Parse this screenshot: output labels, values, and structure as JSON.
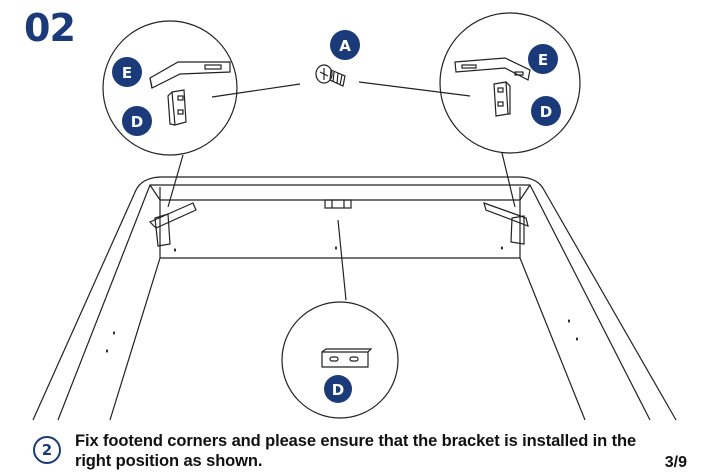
{
  "step": {
    "number": "02"
  },
  "parts": {
    "screw": {
      "label": "A",
      "icon": "screw-icon"
    },
    "left_callout": {
      "labels": [
        "E",
        "D"
      ],
      "icons": [
        "corner-bracket-icon",
        "angle-bracket-icon"
      ]
    },
    "right_callout": {
      "labels": [
        "E",
        "D"
      ],
      "icons": [
        "corner-bracket-icon",
        "angle-bracket-icon"
      ]
    },
    "center_callout": {
      "labels": [
        "D"
      ],
      "icons": [
        "angle-bracket-icon"
      ]
    }
  },
  "instruction": {
    "index": "2",
    "text": "Fix footend corners and please ensure that the bracket is installed in the right position as shown."
  },
  "page_indicator": "3/9",
  "colors": {
    "brand": "#1b3a7a",
    "line": "#222222"
  }
}
